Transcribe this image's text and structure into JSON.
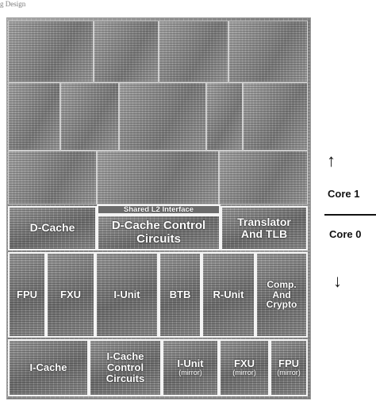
{
  "caption": "g Design",
  "die": {
    "shared_l2": "Shared L2 Interface",
    "blocks": {
      "d_cache": "D-Cache",
      "d_cache_ctrl": "D-Cache Control Circuits",
      "translator": "Translator And TLB",
      "fpu": "FPU",
      "fxu": "FXU",
      "i_unit": "I-Unit",
      "btb": "BTB",
      "r_unit": "R-Unit",
      "comp": "Comp. And Crypto",
      "i_cache": "I-Cache",
      "i_cache_ctrl": "I-Cache Control Circuits",
      "i_unit_mirror": "I-Unit",
      "fxu_mirror": "FXU",
      "fpu_mirror": "FPU",
      "mirror_tag": "(mirror)"
    }
  },
  "side": {
    "core1": "Core 1",
    "core0": "Core 0",
    "up_arrow": "↑",
    "down_arrow": "↓"
  }
}
